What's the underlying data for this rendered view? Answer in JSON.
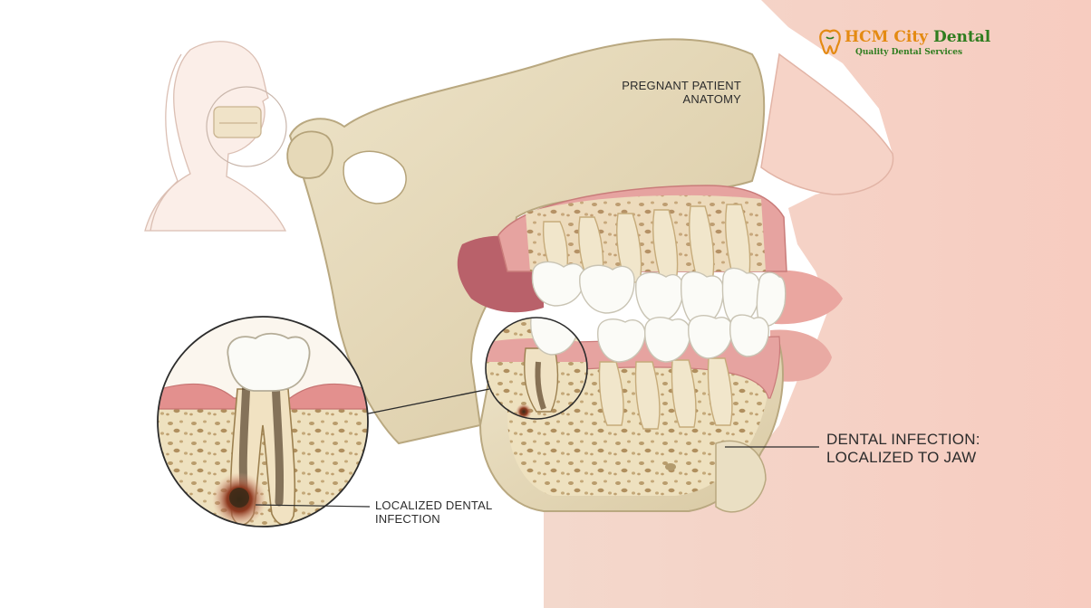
{
  "logo": {
    "name_part1": "HCM City",
    "name_part2": "Dental",
    "tagline": "Quality Dental Services"
  },
  "labels": {
    "pregnant_line1": "PREGNANT PATIENT",
    "pregnant_line2": "ANATOMY",
    "localized_line1": "LOCALIZED DENTAL",
    "localized_line2": "INFECTION",
    "jaw_line1": "DENTAL INFECTION:",
    "jaw_line2": "LOCALIZED TO JAW"
  },
  "colors": {
    "brand_orange": "#e48a12",
    "brand_green": "#2f7d1f",
    "bone": "#e8dcc0",
    "gum": "#e39a98",
    "skin": "#f5d6c8",
    "infection": "#b2432c"
  }
}
